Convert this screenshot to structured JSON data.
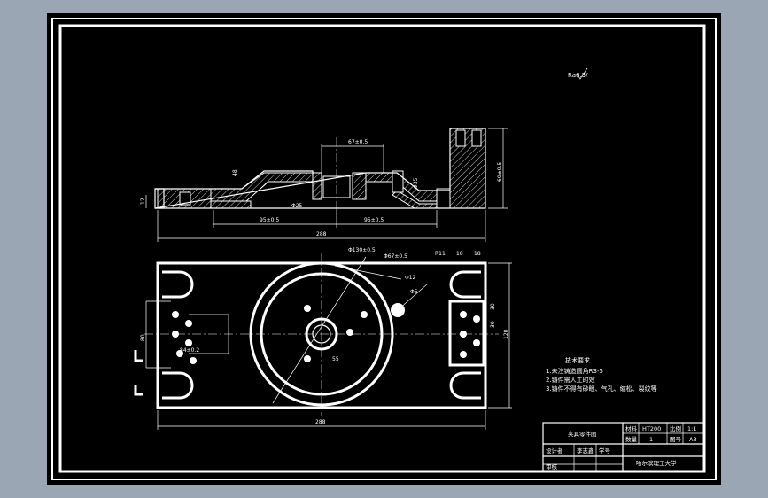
{
  "surface_mark": "Ra6.3/",
  "front_view": {
    "dims": {
      "top_width": "67±0.5",
      "height_right": "60±0.5",
      "thickness_left": "12",
      "step_label": "48",
      "bore_label": "Φ25",
      "seat_label": "Φ35",
      "left_span": "95±0.5",
      "right_span": "95±0.5",
      "overall": "288"
    }
  },
  "plan_view": {
    "dims": {
      "bolt_circle": "Φ130±0.5",
      "inner_dia": "Φ67±0.5",
      "slot_r": "R11",
      "slot_w1": "18",
      "slot_w2": "18",
      "hole_a": "Φ12",
      "hole_b": "Φ5",
      "center_gap": "55",
      "left_height": "80",
      "left_small": "84±0.2",
      "right_h1": "30",
      "right_h2": "30",
      "right_total": "120",
      "overall_width": "288"
    }
  },
  "tech_notes": {
    "title": "技术要求",
    "items": [
      "1.未注铸造圆角R3-5",
      "2.铸件需人工时效",
      "3.铸件不得有砂眼、气孔、缩松、裂纹等"
    ]
  },
  "title_block": {
    "part_name": "夹具零件图",
    "material_label": "材料",
    "material": "HT200",
    "scale_label": "比例",
    "scale": "1:1",
    "qty_label": "数量",
    "qty": "1",
    "sheet_label": "图号",
    "sheet": "A3",
    "designer_label": "设计者",
    "designer": "李志鑫",
    "checker_label": "审核",
    "student_id_label": "学号",
    "school": "哈尔滨理工大学"
  }
}
